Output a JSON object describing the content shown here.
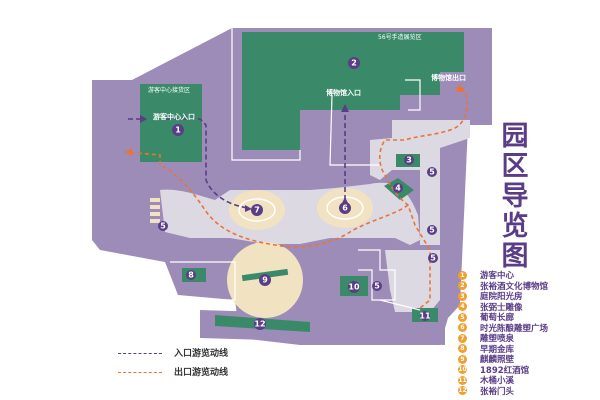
{
  "map": {
    "title_chars": [
      "园",
      "区",
      "导",
      "览",
      "图"
    ],
    "labels": {
      "visitor_parking": "游客中心接货区",
      "visitor_entrance": "游客中心入口",
      "area56": "56号手造展览区",
      "museum_entrance": "博物馆入口",
      "museum_exit": "博物馆出口"
    },
    "markers": [
      "1",
      "2",
      "3",
      "4",
      "5",
      "5",
      "5",
      "5",
      "5",
      "6",
      "7",
      "8",
      "9",
      "10",
      "11",
      "12"
    ],
    "legend": [
      {
        "num": "1",
        "label": "游客中心"
      },
      {
        "num": "2",
        "label": "张裕酒文化博物馆"
      },
      {
        "num": "3",
        "label": "庭院阳光房"
      },
      {
        "num": "4",
        "label": "张弼士雕像"
      },
      {
        "num": "5",
        "label": "葡萄长廊"
      },
      {
        "num": "6",
        "label": "时光陈酿雕塑广场"
      },
      {
        "num": "7",
        "label": "雕塑喷泉"
      },
      {
        "num": "8",
        "label": "早期金库"
      },
      {
        "num": "9",
        "label": "麒麟照壁"
      },
      {
        "num": "10",
        "label": "1892红酒馆"
      },
      {
        "num": "11",
        "label": "木桶小溪"
      },
      {
        "num": "12",
        "label": "张裕门头"
      }
    ],
    "routes": [
      {
        "label": "入口游览动线",
        "color": "#5a3d86"
      },
      {
        "label": "出口游览动线",
        "color": "#e8743a"
      }
    ],
    "colors": {
      "ground": "#9d8cb8",
      "building": "#3a8a6a",
      "plaza": "#f1e2c2",
      "path": "#dcd9e2",
      "title": "#5a3d86",
      "legend_marker": "#f0a030",
      "marker": "#5a3d86"
    }
  }
}
